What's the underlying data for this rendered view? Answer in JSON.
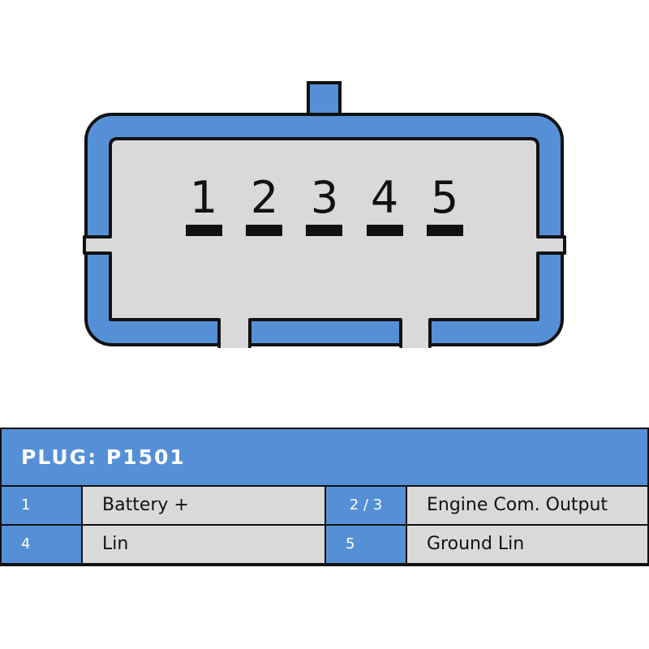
{
  "connector": {
    "pins": [
      "1",
      "2",
      "3",
      "4",
      "5"
    ]
  },
  "table": {
    "header": "PLUG: P1501",
    "rows": [
      {
        "left_num": "1",
        "left_label": "Battery +",
        "right_num": "2 / 3",
        "right_label": "Engine Com. Output"
      },
      {
        "left_num": "4",
        "left_label": "Lin",
        "right_num": "5",
        "right_label": "Ground Lin"
      }
    ]
  },
  "colors": {
    "accent_blue": "#5590d6",
    "body_gray": "#d9d9d9",
    "outline": "#111111"
  }
}
